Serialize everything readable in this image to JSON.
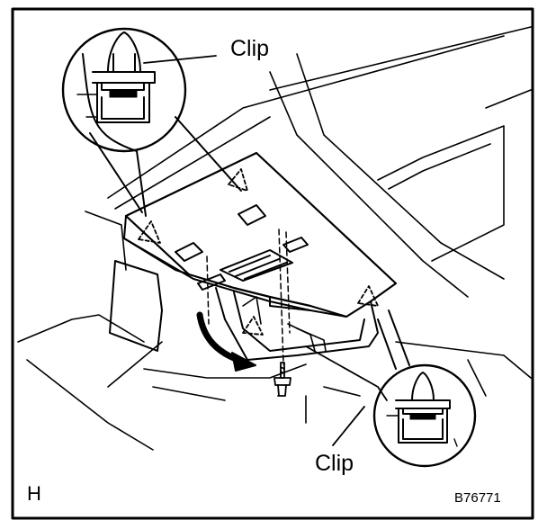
{
  "labels": {
    "clip_top": "Clip",
    "clip_bottom": "Clip",
    "corner_letter": "H",
    "figure_code": "B76771"
  },
  "icons": [
    "clip-fastener-icon",
    "clip-fastener-icon",
    "screw-icon",
    "removal-arrow-icon"
  ],
  "colors": {
    "line": "#000000",
    "background": "#ffffff"
  }
}
